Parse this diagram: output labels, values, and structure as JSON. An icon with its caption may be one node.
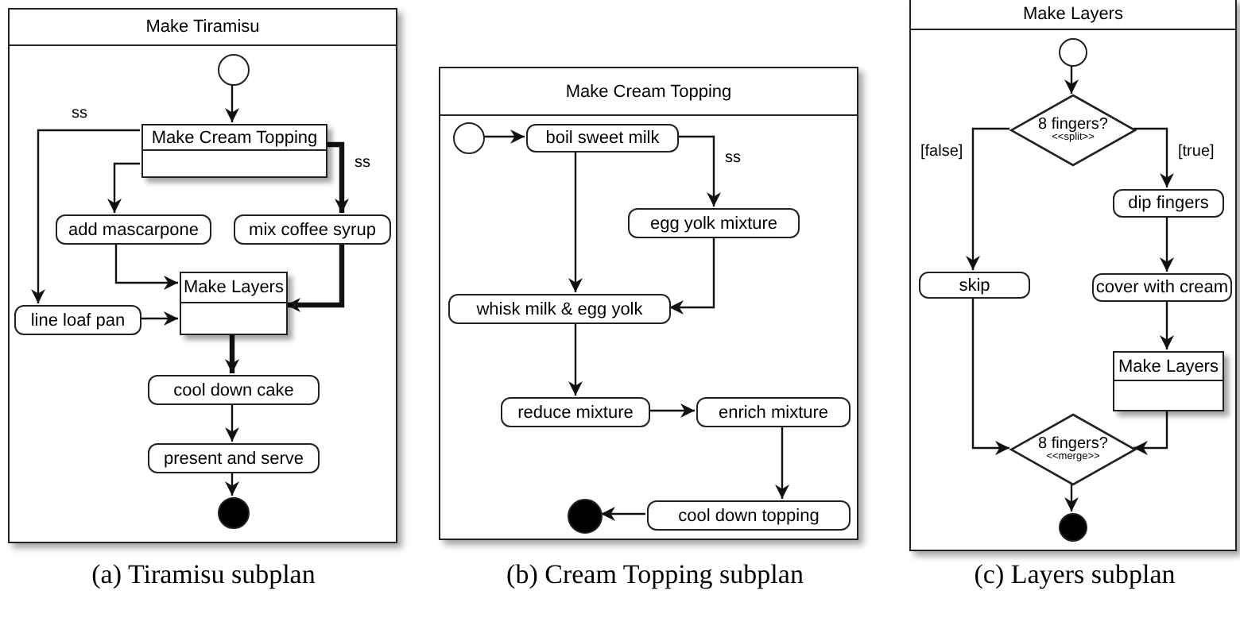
{
  "diagram": {
    "nodes": [
      {
        "text": [
          "Make Tiramisu"
        ],
        "beside": [
          "(a) Tiramisu subplan"
        ]
      },
      {
        "text": [],
        "shape": "circle",
        "in": 0
      },
      {
        "text": [
          "Make Cream Topping"
        ],
        "in": 0
      },
      {
        "text": [
          "add mascarpone"
        ],
        "in": 0
      },
      {
        "text": [
          "mix coffee syrup"
        ],
        "in": 0
      },
      {
        "text": [
          "Make Layers"
        ],
        "in": 0
      },
      {
        "text": [
          "line loaf pan"
        ],
        "in": 0
      },
      {
        "text": [
          "cool down cake"
        ],
        "in": 0
      },
      {
        "text": [
          "present and serve"
        ],
        "in": 0
      },
      {
        "text": [],
        "shape": "circle",
        "in": 0
      },
      {
        "text": [
          "Make Cream Topping"
        ],
        "beside": [
          "(b) Cream Topping subplan"
        ]
      },
      {
        "text": [],
        "shape": "circle",
        "in": 10
      },
      {
        "text": [
          "boil sweet milk"
        ],
        "in": 10
      },
      {
        "text": [
          "egg yolk mixture"
        ],
        "in": 10
      },
      {
        "text": [
          "whisk milk & egg yolk"
        ],
        "in": 10
      },
      {
        "text": [
          "reduce mixture"
        ],
        "in": 10
      },
      {
        "text": [
          "enrich mixture"
        ],
        "in": 10
      },
      {
        "text": [
          "cool down topping"
        ],
        "in": 10
      },
      {
        "text": [],
        "shape": "circle",
        "in": 10
      },
      {
        "text": [
          "Make Layers"
        ],
        "beside": [
          "(c) Layers subplan"
        ]
      },
      {
        "text": [],
        "shape": "circle",
        "in": 19
      },
      {
        "text": [
          "8 fingers?",
          "<<split>>"
        ],
        "in": 19
      },
      {
        "text": [
          "skip"
        ],
        "in": 19
      },
      {
        "text": [
          "dip fingers"
        ],
        "in": 19
      },
      {
        "text": [
          "cover with cream"
        ],
        "in": 19
      },
      {
        "text": [
          "Make Layers"
        ],
        "in": 19
      },
      {
        "text": [
          "8 fingers?",
          "<<merge>>"
        ],
        "in": 19
      },
      {
        "text": [],
        "shape": "circle",
        "in": 19
      }
    ],
    "edges": [
      {
        "from": 1,
        "to": 2,
        "arrow": "to"
      },
      {
        "from": 2,
        "to": 3,
        "arrow": "to"
      },
      {
        "from": 2,
        "to": 4,
        "arrow": "to",
        "label": "ss",
        "style": "thick"
      },
      {
        "from": 2,
        "to": 6,
        "arrow": "to",
        "label": "ss"
      },
      {
        "from": 3,
        "to": 5,
        "arrow": "to"
      },
      {
        "from": 4,
        "to": 5,
        "arrow": "to",
        "style": "thick"
      },
      {
        "from": 6,
        "to": 5,
        "arrow": "to"
      },
      {
        "from": 5,
        "to": 7,
        "arrow": "to",
        "style": "thick"
      },
      {
        "from": 7,
        "to": 8,
        "arrow": "to"
      },
      {
        "from": 8,
        "to": 9,
        "arrow": "to"
      },
      {
        "from": 11,
        "to": 12,
        "arrow": "to"
      },
      {
        "from": 12,
        "to": 13,
        "arrow": "to",
        "label": "ss"
      },
      {
        "from": 12,
        "to": 14,
        "arrow": "to"
      },
      {
        "from": 13,
        "to": 14,
        "arrow": "to"
      },
      {
        "from": 14,
        "to": 15,
        "arrow": "to"
      },
      {
        "from": 15,
        "to": 16,
        "arrow": "to"
      },
      {
        "from": 16,
        "to": 17,
        "arrow": "to"
      },
      {
        "from": 17,
        "to": 18,
        "arrow": "to"
      },
      {
        "from": 20,
        "to": 21,
        "arrow": "to"
      },
      {
        "from": 21,
        "to": 22,
        "arrow": "to",
        "label": "[false]"
      },
      {
        "from": 21,
        "to": 23,
        "arrow": "to",
        "label": "[true]"
      },
      {
        "from": 22,
        "to": 26,
        "arrow": "to"
      },
      {
        "from": 23,
        "to": 24,
        "arrow": "to"
      },
      {
        "from": 24,
        "to": 25,
        "arrow": "to"
      },
      {
        "from": 25,
        "to": 26,
        "arrow": "to"
      },
      {
        "from": 26,
        "to": 27,
        "arrow": "to"
      }
    ]
  }
}
